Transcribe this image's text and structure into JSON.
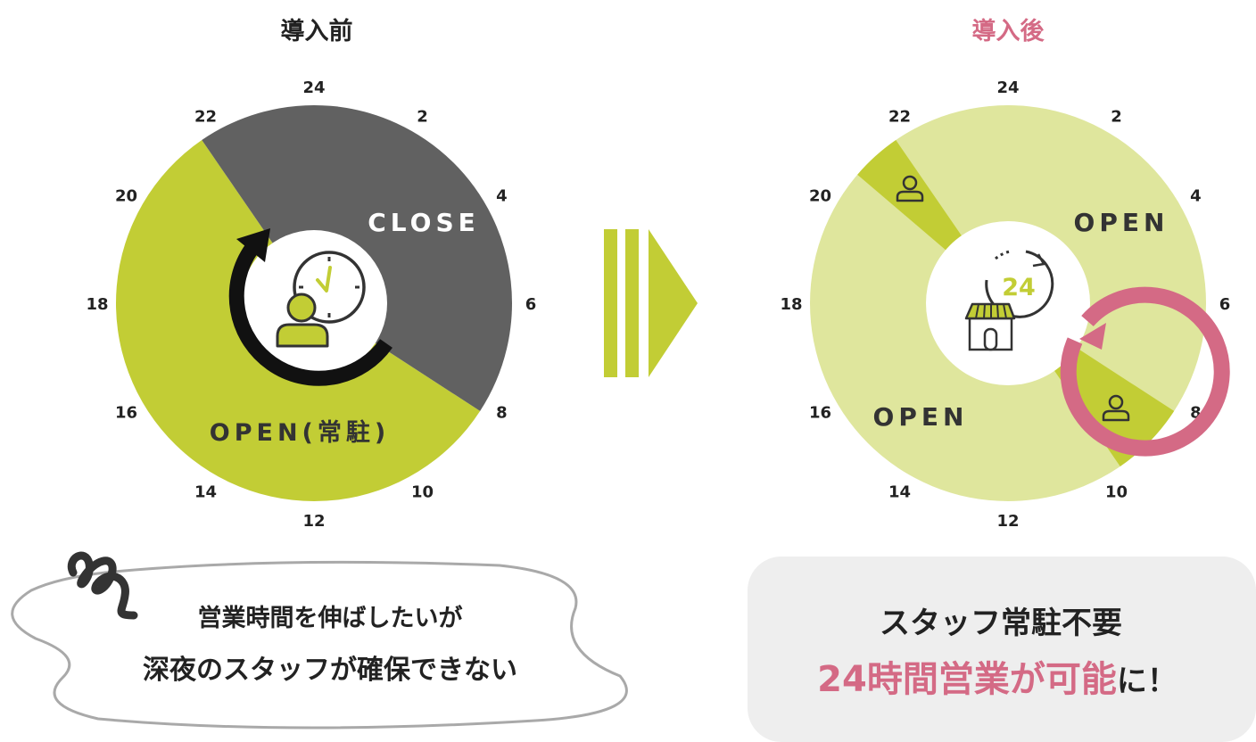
{
  "before": {
    "title": "導入前",
    "hour_labels": [
      "24",
      "2",
      "4",
      "6",
      "8",
      "10",
      "12",
      "14",
      "16",
      "18",
      "20",
      "22"
    ],
    "close_label": "CLOSE",
    "open_label": "OPEN(常駐)",
    "close_hours": [
      21.7,
      8.2
    ],
    "icons": [
      "clock-icon",
      "person-icon",
      "cycle-arrow-icon"
    ],
    "colors": {
      "open": "#c2cd35",
      "close": "#616161",
      "arrow": "#111111",
      "icon": "#333333"
    }
  },
  "after": {
    "title": "導入後",
    "hour_labels": [
      "24",
      "2",
      "4",
      "6",
      "8",
      "10",
      "12",
      "14",
      "16",
      "18",
      "20",
      "22"
    ],
    "open_label_upper": "OPEN",
    "open_label_lower": "OPEN",
    "staffed_hours": [
      [
        20.7,
        21.7
      ],
      [
        8.2,
        9.7
      ]
    ],
    "badge": "24",
    "icons": [
      "clock-24-icon",
      "store-icon",
      "person-icon",
      "cycle-arrow-icon"
    ],
    "colors": {
      "open": "#dfe69d",
      "staffed": "#c2cd35",
      "arrow": "#d46a85",
      "title": "#d46a85",
      "icon": "#333333"
    }
  },
  "arrow": {
    "icon": "chevron-right-icon",
    "color": "#c2cd35"
  },
  "speech": {
    "icon": "quote-scribble-icon",
    "line1": "営業時間を伸ばしたいが",
    "line2": "深夜のスタッフが確保できない"
  },
  "result": {
    "line1": "スタッフ常駐不要",
    "line2_highlight": "24時間営業が可能",
    "line2_suffix": "に！",
    "highlight_color": "#d46a85"
  }
}
